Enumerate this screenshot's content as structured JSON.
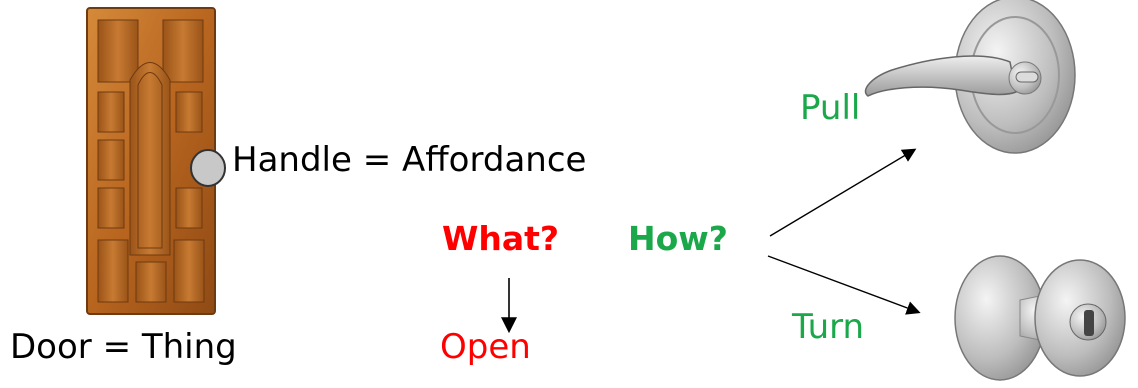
{
  "labels": {
    "door": "Door = Thing",
    "handle": "Handle = Affordance",
    "what": "What?",
    "how": "How?",
    "open": "Open",
    "pull": "Pull",
    "turn": "Turn"
  },
  "colors": {
    "what": "#ff0000",
    "open": "#ff0000",
    "how": "#1aa84a",
    "pull": "#1aa84a",
    "turn": "#1aa84a",
    "door_wood": "#b5651d",
    "handle_fill": "#c8c8c8"
  },
  "icons": {
    "door": "wooden-door-icon",
    "handle": "round-handle-icon",
    "lever": "lever-handle-icon",
    "knob": "door-knob-icon"
  }
}
